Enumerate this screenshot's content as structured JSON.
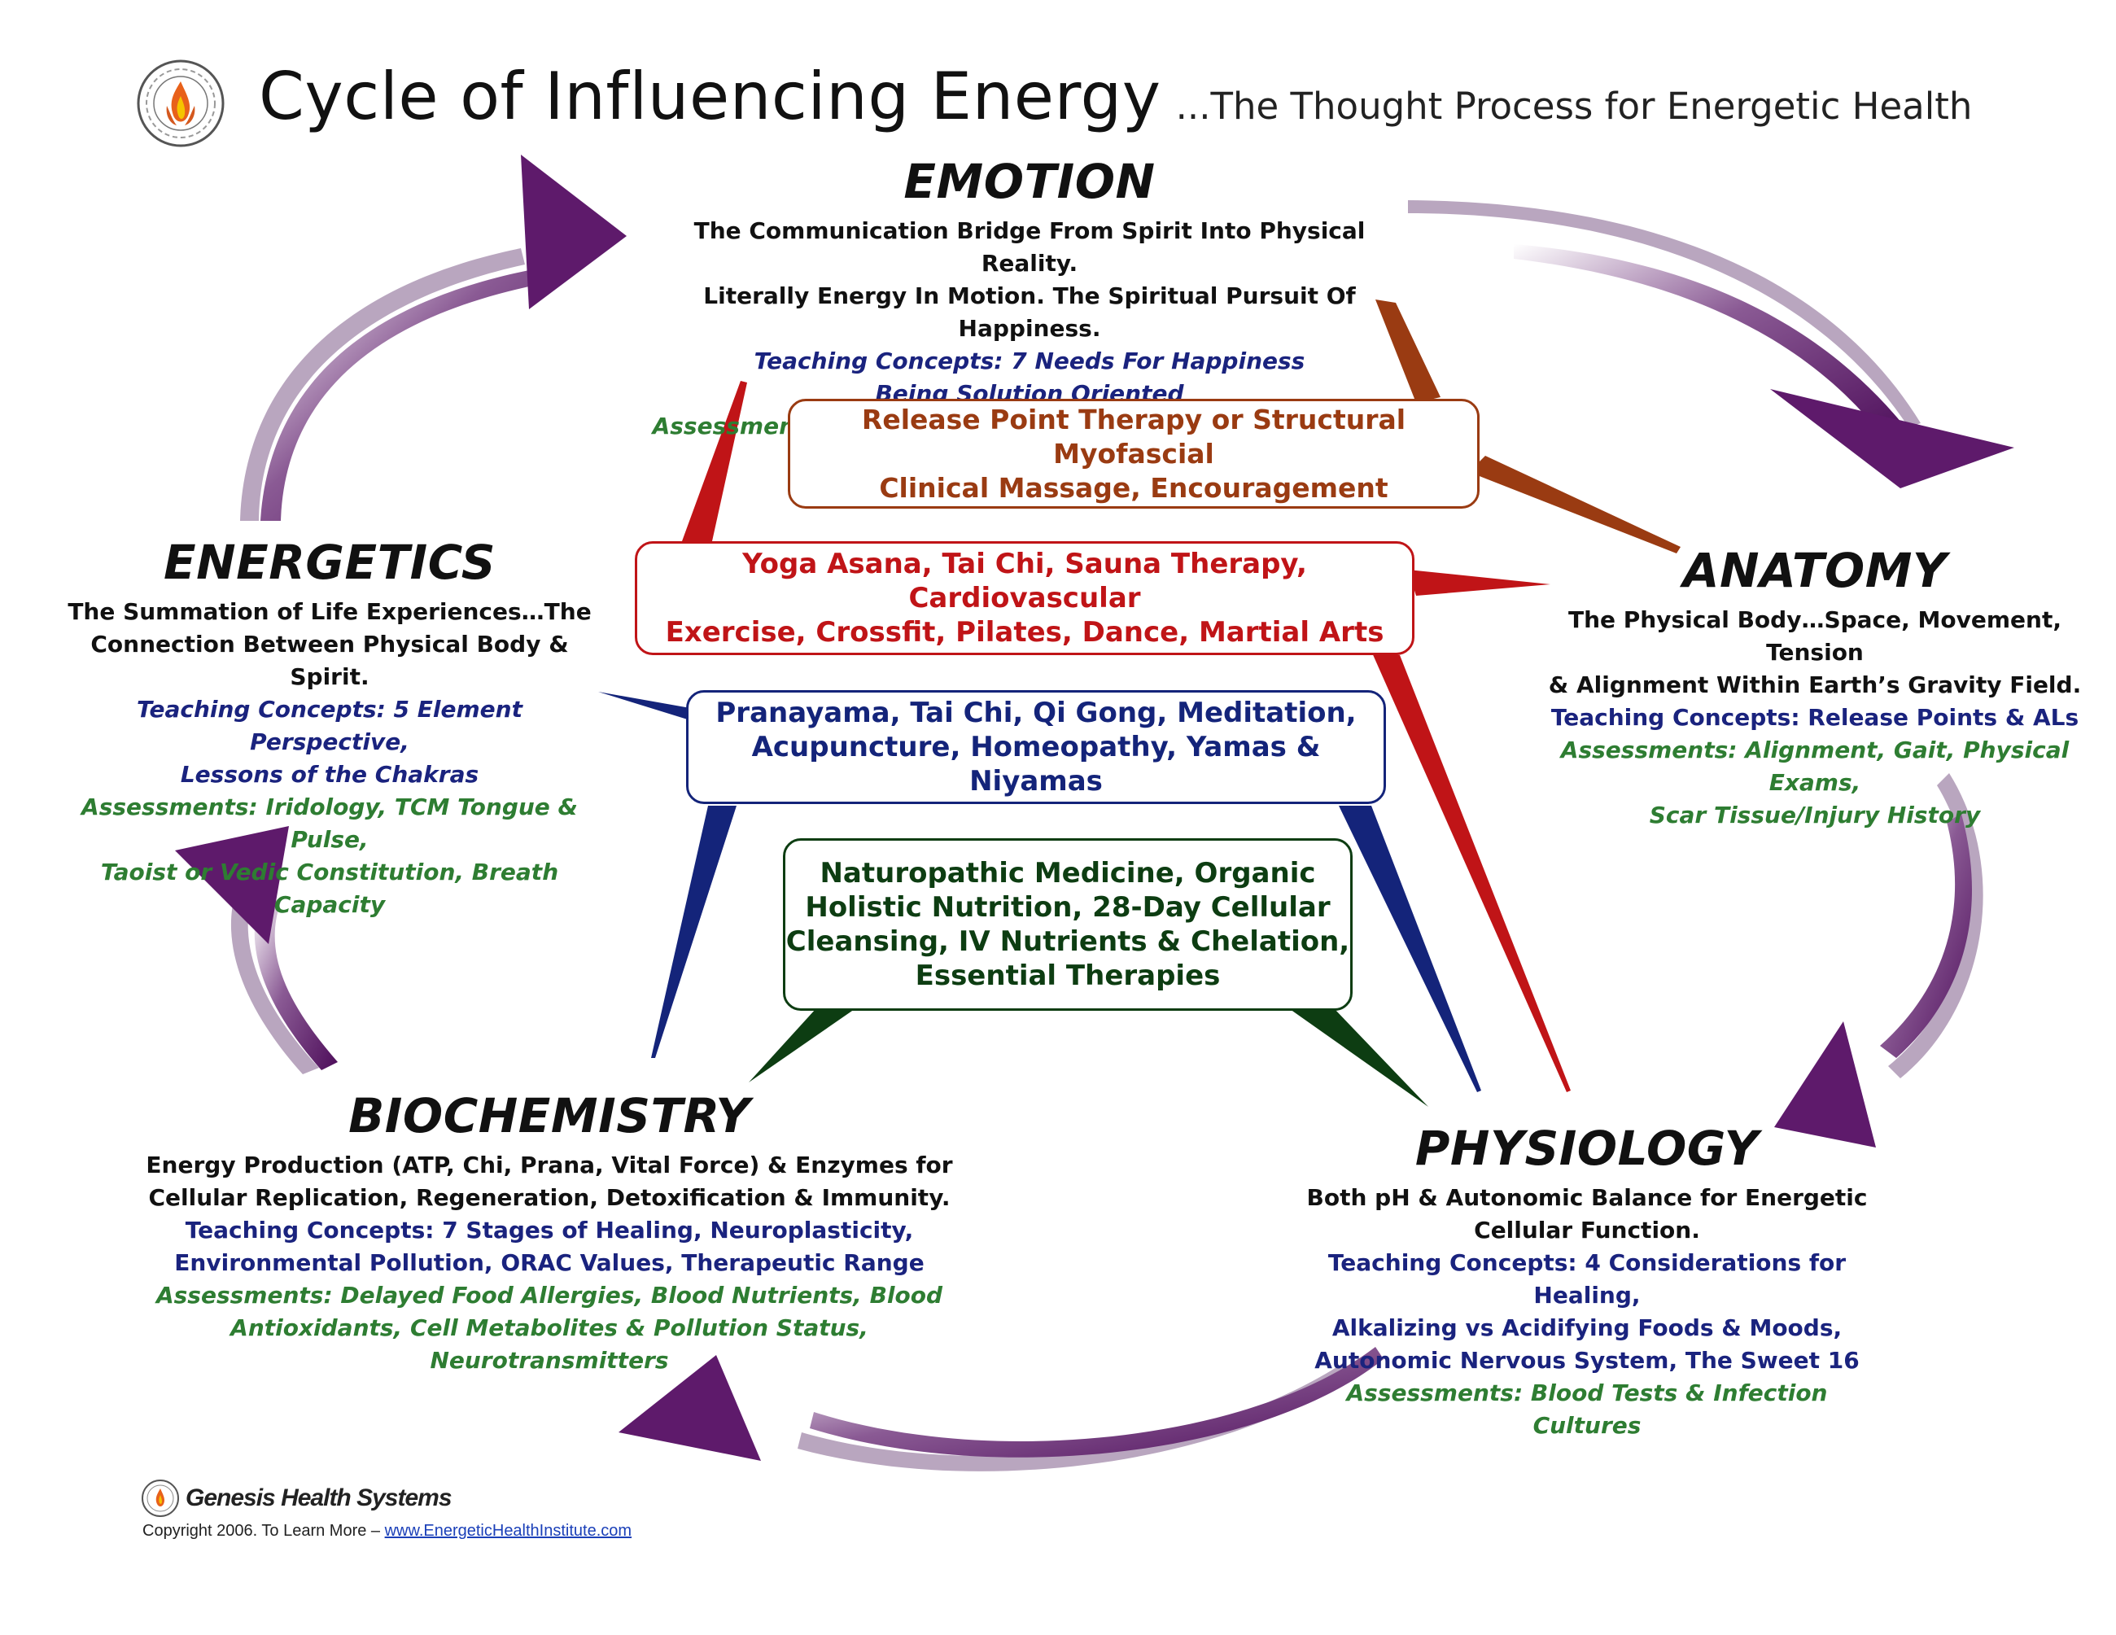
{
  "header": {
    "title": "Cycle of Influencing Energy",
    "subtitle": "...The Thought Process for Energetic Health"
  },
  "nodes": {
    "emotion": {
      "title": "EMOTION",
      "description": [
        "The Communication Bridge From Spirit Into Physical Reality.",
        "Literally Energy In Motion.  The Spiritual Pursuit Of Happiness."
      ],
      "teaching": [
        "Teaching Concepts: 7 Needs For Happiness",
        "Being Solution Oriented"
      ],
      "assessments": [
        "Assessments: Interview, Conversation & Emotional Charge"
      ]
    },
    "anatomy": {
      "title": "ANATOMY",
      "description": [
        "The Physical Body…Space, Movement, Tension",
        "& Alignment Within Earth’s Gravity Field."
      ],
      "teaching": [
        "Teaching Concepts: Release Points & ALs"
      ],
      "assessments": [
        "Assessments: Alignment, Gait, Physical Exams,",
        "Scar Tissue/Injury History"
      ]
    },
    "physiology": {
      "title": "PHYSIOLOGY",
      "description": [
        "Both pH & Autonomic Balance for Energetic",
        "Cellular Function."
      ],
      "teaching": [
        "Teaching Concepts: 4 Considerations for Healing,",
        "Alkalizing vs Acidifying Foods & Moods,",
        "Autonomic Nervous System, The Sweet 16"
      ],
      "assessments": [
        "Assessments: Blood Tests & Infection Cultures"
      ]
    },
    "biochemistry": {
      "title": "BIOCHEMISTRY",
      "description": [
        "Energy Production (ATP, Chi, Prana, Vital Force) & Enzymes for",
        "Cellular Replication, Regeneration, Detoxification & Immunity."
      ],
      "teaching": [
        "Teaching Concepts: 7 Stages of Healing, Neuroplasticity,",
        "Environmental Pollution, ORAC Values, Therapeutic Range"
      ],
      "assessments": [
        "Assessments: Delayed Food Allergies, Blood Nutrients, Blood",
        "Antioxidants, Cell Metabolites & Pollution Status, Neurotransmitters"
      ]
    },
    "energetics": {
      "title": "ENERGETICS",
      "description": [
        "The Summation of Life Experiences…The",
        "Connection Between Physical Body & Spirit."
      ],
      "teaching": [
        "Teaching Concepts: 5 Element Perspective,",
        "Lessons of the Chakras"
      ],
      "assessments": [
        "Assessments: Iridology, TCM Tongue & Pulse,",
        "Taoist or Vedic Constitution, Breath Capacity"
      ]
    }
  },
  "therapies": {
    "release": [
      "Release Point Therapy or Structural Myofascial",
      "Clinical Massage, Encouragement"
    ],
    "movement": [
      "Yoga Asana, Tai Chi, Sauna Therapy, Cardiovascular",
      "Exercise, Crossfit, Pilates, Dance, Martial Arts"
    ],
    "breath": [
      "Pranayama, Tai Chi, Qi Gong, Meditation,",
      "Acupuncture, Homeopathy, Yamas & Niyamas"
    ],
    "nutrition": [
      "Naturopathic Medicine, Organic",
      "Holistic Nutrition, 28-Day Cellular",
      "Cleansing, IV Nutrients & Chelation,",
      "Essential Therapies"
    ]
  },
  "footer": {
    "brand": "Genesis Health Systems",
    "copyright": "Copyright 2006. To Learn More – ",
    "link": "www.EnergeticHealthInstitute.com"
  },
  "colors": {
    "arrow": "#5e1a6b",
    "brown": "#9a3b12",
    "red": "#c01417",
    "blue": "#14247a",
    "green": "#0d3d12"
  }
}
